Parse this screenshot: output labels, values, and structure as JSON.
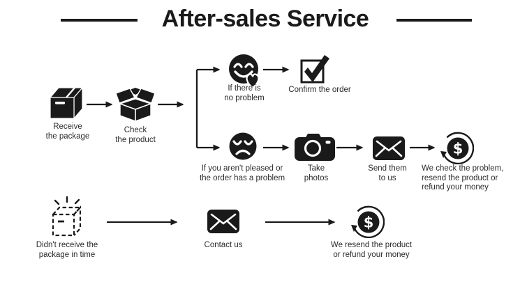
{
  "title": "After-sales Service",
  "colors": {
    "ink": "#1a1a1a",
    "label_text": "#2b2b2b",
    "background": "#ffffff"
  },
  "icons": {
    "dollar_glyph": "$"
  },
  "nodes": {
    "receive_package": {
      "icon": "package-closed-icon",
      "label": "Receive\nthe package"
    },
    "check_product": {
      "icon": "package-open-icon",
      "label": "Check\nthe product"
    },
    "no_problem": {
      "icon": "happy-face-heart-icon",
      "label": "If there is\nno problem"
    },
    "confirm_order": {
      "icon": "checkbox-checked-icon",
      "label": "Confirm the order"
    },
    "has_problem": {
      "icon": "sad-face-icon",
      "label": "If you aren't pleased or\nthe order has a problem"
    },
    "take_photos": {
      "icon": "camera-icon",
      "label": "Take\nphotos"
    },
    "send_to_us": {
      "icon": "envelope-icon",
      "label": "Send them\nto us"
    },
    "check_and_resolve": {
      "icon": "money-refund-icon",
      "label": "We check the problem,\nresend the product or\nrefund your money"
    },
    "not_received": {
      "icon": "package-missing-icon",
      "label": "Didn't receive the\npackage in time"
    },
    "contact_us": {
      "icon": "envelope-icon",
      "label": "Contact us"
    },
    "resend_or_refund": {
      "icon": "money-refund-icon",
      "label": "We resend the product\nor refund your money"
    }
  }
}
